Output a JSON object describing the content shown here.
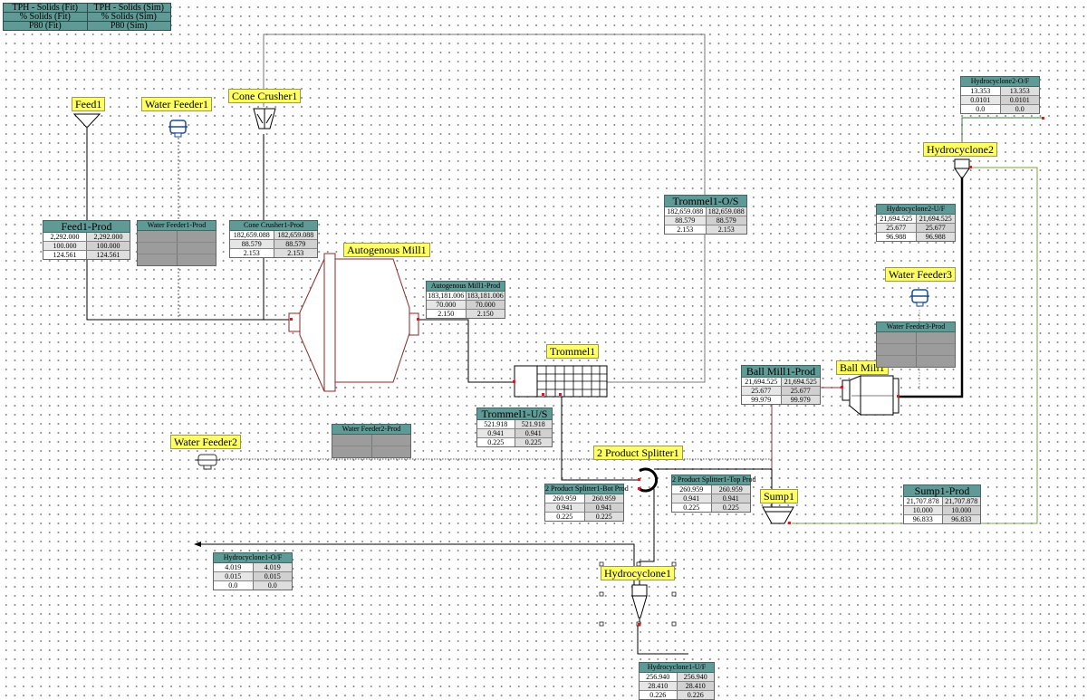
{
  "legend": {
    "rows": [
      [
        "TPH - Solids (Fit)",
        "TPH - Solids (Sim)"
      ],
      [
        "% Solids (Fit)",
        "% Solids (Sim)"
      ],
      [
        "P80 (Fit)",
        "P80 (Sim)"
      ]
    ]
  },
  "units": {
    "feed1": "Feed1",
    "water_feeder1": "Water Feeder1",
    "cone_crusher1": "Cone Crusher1",
    "autogenous_mill1": "Autogenous Mill1",
    "trommel1": "Trommel1",
    "water_feeder2": "Water Feeder2",
    "product_splitter1": "2 Product Splitter1",
    "hydrocyclone1": "Hydrocyclone1",
    "sump1": "Sump1",
    "ball_mill1": "Ball Mill1",
    "water_feeder3": "Water Feeder3",
    "hydrocyclone2": "Hydrocyclone2"
  },
  "tables": {
    "feed1_prod": {
      "title": "Feed1-Prod",
      "rows": [
        [
          "2,292.000",
          "2,292.000"
        ],
        [
          "100.000",
          "100.000"
        ],
        [
          "124.561",
          "124.561"
        ]
      ]
    },
    "water_feeder1_prod": {
      "title": "Water Feeder1-Prod"
    },
    "cone_crusher1_prod": {
      "title": "Cone Crusher1-Prod",
      "rows": [
        [
          "182,659.088",
          "182,659.088"
        ],
        [
          "88.579",
          "88.579"
        ],
        [
          "2.153",
          "2.153"
        ]
      ]
    },
    "trommel1_os": {
      "title": "Trommel1-O/S",
      "rows": [
        [
          "182,659.088",
          "182,659.088"
        ],
        [
          "88.579",
          "88.579"
        ],
        [
          "2.153",
          "2.153"
        ]
      ]
    },
    "autogenous_mill1_prod": {
      "title": "Autogenous Mill1-Prod",
      "rows": [
        [
          "183,181.006",
          "183,181.006"
        ],
        [
          "70.000",
          "70.000"
        ],
        [
          "2.150",
          "2.150"
        ]
      ]
    },
    "trommel1_us": {
      "title": "Trommel1-U/S",
      "rows": [
        [
          "521.918",
          "521.918"
        ],
        [
          "0.941",
          "0.941"
        ],
        [
          "0.225",
          "0.225"
        ]
      ]
    },
    "water_feeder2_prod": {
      "title": "Water Feeder2-Prod"
    },
    "splitter_bot_prod": {
      "title": "2 Product Splitter1-Bot Prod",
      "rows": [
        [
          "260.959",
          "260.959"
        ],
        [
          "0.941",
          "0.941"
        ],
        [
          "0.225",
          "0.225"
        ]
      ]
    },
    "splitter_top_prod": {
      "title": "2 Product Splitter1-Top Prod",
      "rows": [
        [
          "260.959",
          "260.959"
        ],
        [
          "0.941",
          "0.941"
        ],
        [
          "0.225",
          "0.225"
        ]
      ]
    },
    "hydrocyclone1_of": {
      "title": "Hydrocyclone1-O/F",
      "rows": [
        [
          "4.019",
          "4.019"
        ],
        [
          "0.015",
          "0.015"
        ],
        [
          "0.0",
          "0.0"
        ]
      ]
    },
    "hydrocyclone1_uf": {
      "title": "Hydrocyclone1-U/F",
      "rows": [
        [
          "256.940",
          "256.940"
        ],
        [
          "28.410",
          "28.410"
        ],
        [
          "0.226",
          "0.226"
        ]
      ]
    },
    "ball_mill1_prod": {
      "title": "Ball Mill1-Prod",
      "rows": [
        [
          "21,694.525",
          "21,694.525"
        ],
        [
          "25.677",
          "25.677"
        ],
        [
          "99.979",
          "99.979"
        ]
      ]
    },
    "sump1_prod": {
      "title": "Sump1-Prod",
      "rows": [
        [
          "21,707.878",
          "21,707.878"
        ],
        [
          "10.000",
          "10.000"
        ],
        [
          "96.833",
          "96.833"
        ]
      ]
    },
    "water_feeder3_prod": {
      "title": "Water Feeder3-Prod"
    },
    "hydrocyclone2_uf": {
      "title": "Hydrocyclone2-U/F",
      "rows": [
        [
          "21,694.525",
          "21,694.525"
        ],
        [
          "25.677",
          "25.677"
        ],
        [
          "96.988",
          "96.988"
        ]
      ]
    },
    "hydrocyclone2_of": {
      "title": "Hydrocyclone2-O/F",
      "rows": [
        [
          "13.353",
          "13.353"
        ],
        [
          "0.0101",
          "0.0101"
        ],
        [
          "0.0",
          "0.0"
        ]
      ]
    }
  },
  "colors": {
    "header": "#5f9a96",
    "label_bg": "#ffff66",
    "stream": "#000000",
    "recycle": "#7a7a7a",
    "water": "#888888",
    "sump_out": "#6a9a3a",
    "port": "#cc2222"
  }
}
